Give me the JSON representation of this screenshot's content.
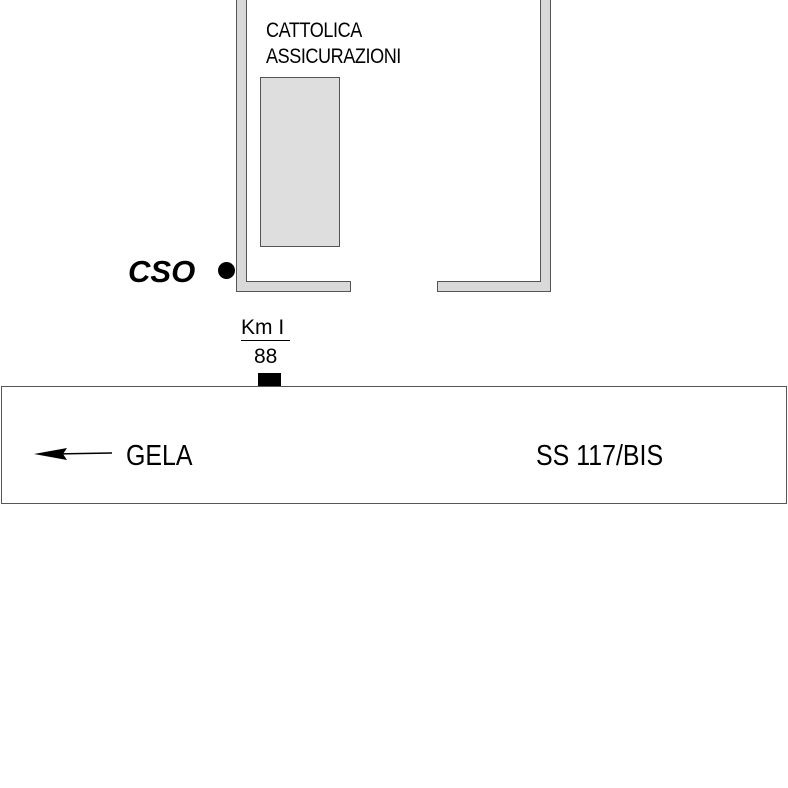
{
  "building": {
    "name_line1": "CATTOLICA",
    "name_line2": "ASSICURAZIONI"
  },
  "location_marker": {
    "label": "CSO"
  },
  "kilometer": {
    "label": "Km I",
    "value": "88"
  },
  "road": {
    "direction_label": "GELA",
    "road_name": "SS 117/BIS"
  },
  "colors": {
    "wall_fill": "#d9d9d9",
    "outline": "#555555",
    "marker": "#000000",
    "background": "#ffffff"
  },
  "icons": {
    "direction": "arrow-left-icon",
    "location": "dot-marker-icon"
  }
}
